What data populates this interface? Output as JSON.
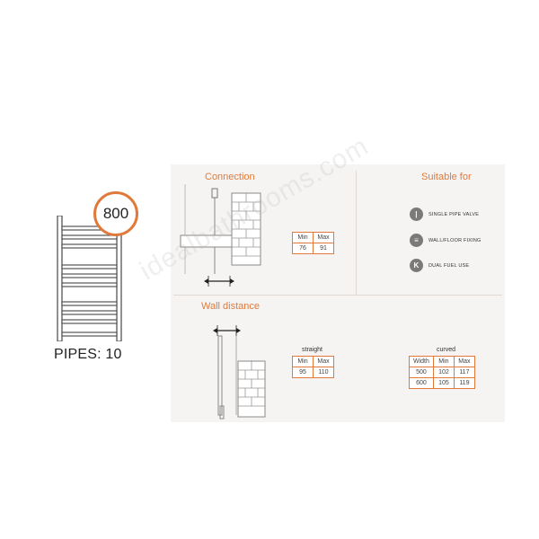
{
  "product": {
    "size_badge": "800",
    "pipes_label": "PIPES: 10"
  },
  "connection": {
    "title": "Connection",
    "table": {
      "headers": [
        "Min",
        "Max"
      ],
      "rows": [
        [
          "76",
          "91"
        ]
      ]
    }
  },
  "suitable_for": {
    "title": "Suitable for",
    "items": [
      {
        "icon": "single-pipe-valve-icon",
        "glyph": "|",
        "label": "SINGLE PIPE VALVE"
      },
      {
        "icon": "wall-floor-fixing-icon",
        "glyph": "≡",
        "label": "WALL/FLOOR FIXING"
      },
      {
        "icon": "dual-fuel-icon",
        "glyph": "K",
        "label": "DUAL FUEL USE"
      }
    ]
  },
  "wall_distance": {
    "title": "Wall distance",
    "straight": {
      "caption": "straight",
      "headers": [
        "Min",
        "Max"
      ],
      "rows": [
        [
          "95",
          "110"
        ]
      ]
    },
    "curved": {
      "caption": "curved",
      "headers": [
        "Width",
        "Min",
        "Max"
      ],
      "rows": [
        [
          "500",
          "102",
          "117"
        ],
        [
          "600",
          "105",
          "119"
        ]
      ]
    }
  },
  "watermark": "idealbathrooms.com",
  "colors": {
    "accent": "#e07a3c",
    "panel": "#f6f4f2",
    "brick": "#8a8a8a"
  }
}
